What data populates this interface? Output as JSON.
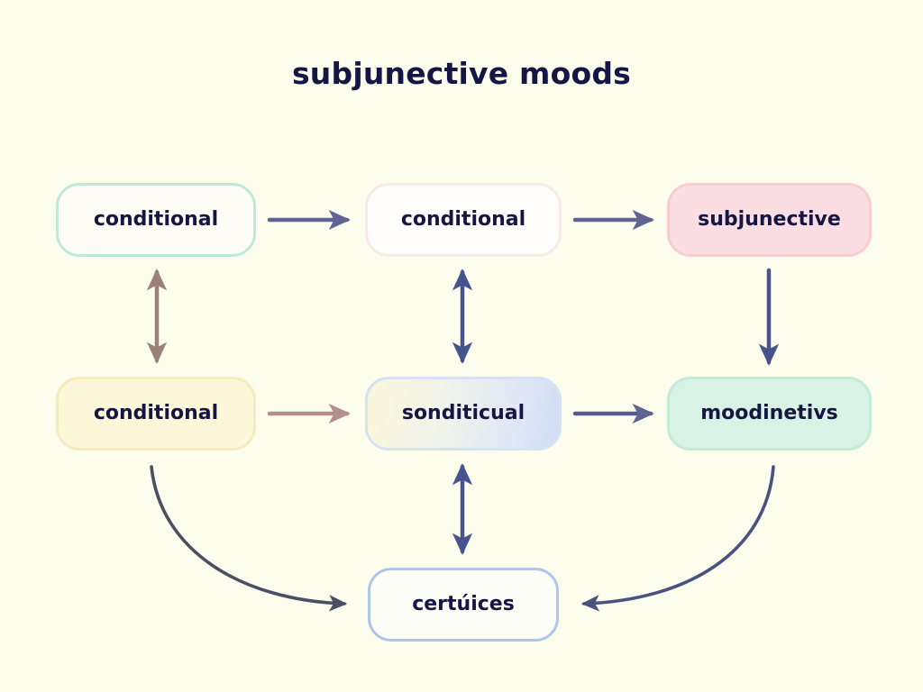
{
  "diagram": {
    "title": "subjunective moods",
    "background_color": "#fdfdee",
    "text_color": "#161644",
    "nodes": [
      {
        "id": "node-1",
        "label": "conditional",
        "fill": "#fdfdf5",
        "stroke": "#bfe8d8",
        "row": "top",
        "col": "left"
      },
      {
        "id": "node-2",
        "label": "conditional",
        "fill": "#fffdfc",
        "stroke": "#f7eae8",
        "row": "top",
        "col": "center"
      },
      {
        "id": "node-3",
        "label": "subjunective",
        "fill": "#fbdee3",
        "stroke": "#f6cdd5",
        "row": "top",
        "col": "right"
      },
      {
        "id": "node-4",
        "label": "conditional",
        "fill": "#fcf7d8",
        "stroke": "#f4ebbe",
        "row": "middle",
        "col": "left"
      },
      {
        "id": "node-5",
        "label": "sonditicual",
        "fill": "#e6eef0",
        "stroke": "#d5e2f2",
        "row": "middle",
        "col": "center"
      },
      {
        "id": "node-6",
        "label": "moodinetivs",
        "fill": "#d8f3e6",
        "stroke": "#c4ead9",
        "row": "middle",
        "col": "right"
      },
      {
        "id": "node-7",
        "label": "certúices",
        "fill": "#fdfdf7",
        "stroke": "#aec6e8",
        "row": "bottom",
        "col": "center"
      }
    ],
    "edges": [
      {
        "id": "edge-1-2",
        "from": "node-1",
        "to": "node-2",
        "direction": "forward",
        "shape": "straight",
        "color": "#5f6591"
      },
      {
        "id": "edge-2-3",
        "from": "node-2",
        "to": "node-3",
        "direction": "forward",
        "shape": "straight",
        "color": "#5f6591"
      },
      {
        "id": "edge-1-4",
        "from": "node-1",
        "to": "node-4",
        "direction": "bidirectional",
        "shape": "straight",
        "color": "#9a8278"
      },
      {
        "id": "edge-2-5",
        "from": "node-2",
        "to": "node-5",
        "direction": "bidirectional",
        "shape": "straight",
        "color": "#47538f"
      },
      {
        "id": "edge-3-6",
        "from": "node-3",
        "to": "node-6",
        "direction": "forward",
        "shape": "straight",
        "color": "#4b5390"
      },
      {
        "id": "edge-4-5",
        "from": "node-4",
        "to": "node-5",
        "direction": "forward",
        "shape": "straight",
        "color": "#b38e8a"
      },
      {
        "id": "edge-5-6",
        "from": "node-5",
        "to": "node-6",
        "direction": "forward",
        "shape": "straight",
        "color": "#515a93"
      },
      {
        "id": "edge-5-7",
        "from": "node-5",
        "to": "node-7",
        "direction": "bidirectional",
        "shape": "straight",
        "color": "#47538f"
      },
      {
        "id": "edge-4-7",
        "from": "node-4",
        "to": "node-7",
        "direction": "forward",
        "shape": "curved",
        "color": "#4a4f63"
      },
      {
        "id": "edge-6-7",
        "from": "node-6",
        "to": "node-7",
        "direction": "forward",
        "shape": "curved",
        "color": "#4a5280"
      }
    ]
  }
}
